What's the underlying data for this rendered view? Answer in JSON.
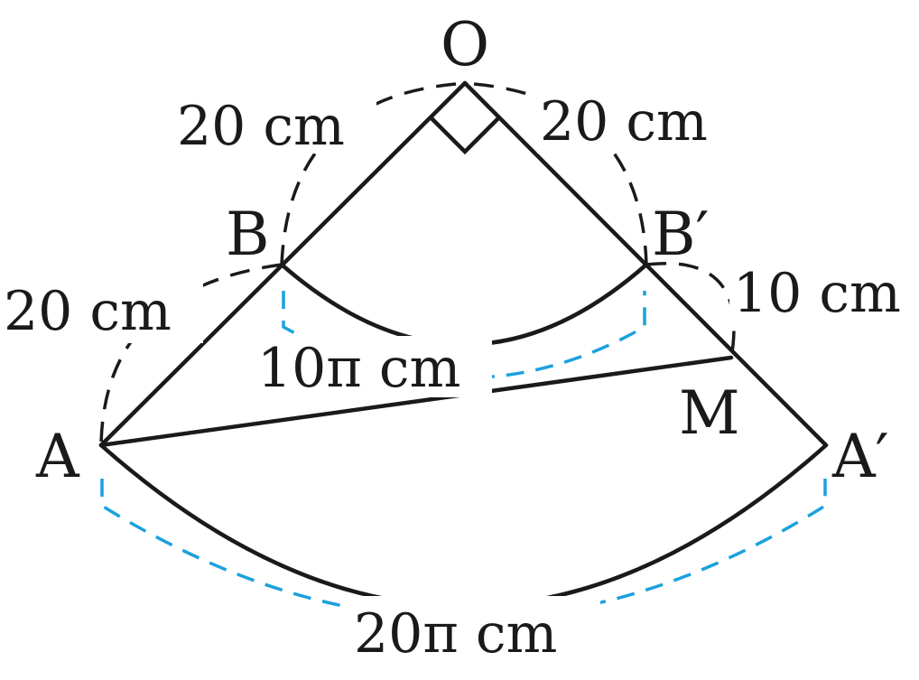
{
  "points": {
    "O": "O",
    "B": "B",
    "B_prime": "B′",
    "A": "A",
    "A_prime": "A′",
    "M": "M"
  },
  "dimensions": {
    "OB": "20 cm",
    "OB_prime": "20 cm",
    "BA": "20 cm",
    "B_prime_M": "10 cm",
    "arc_BB_prime": "10π cm",
    "arc_AA_prime": "20π cm"
  },
  "colors": {
    "line": "#1a1a1a",
    "arc_marker": "#1ba1dd"
  },
  "right_angle_at": "O"
}
